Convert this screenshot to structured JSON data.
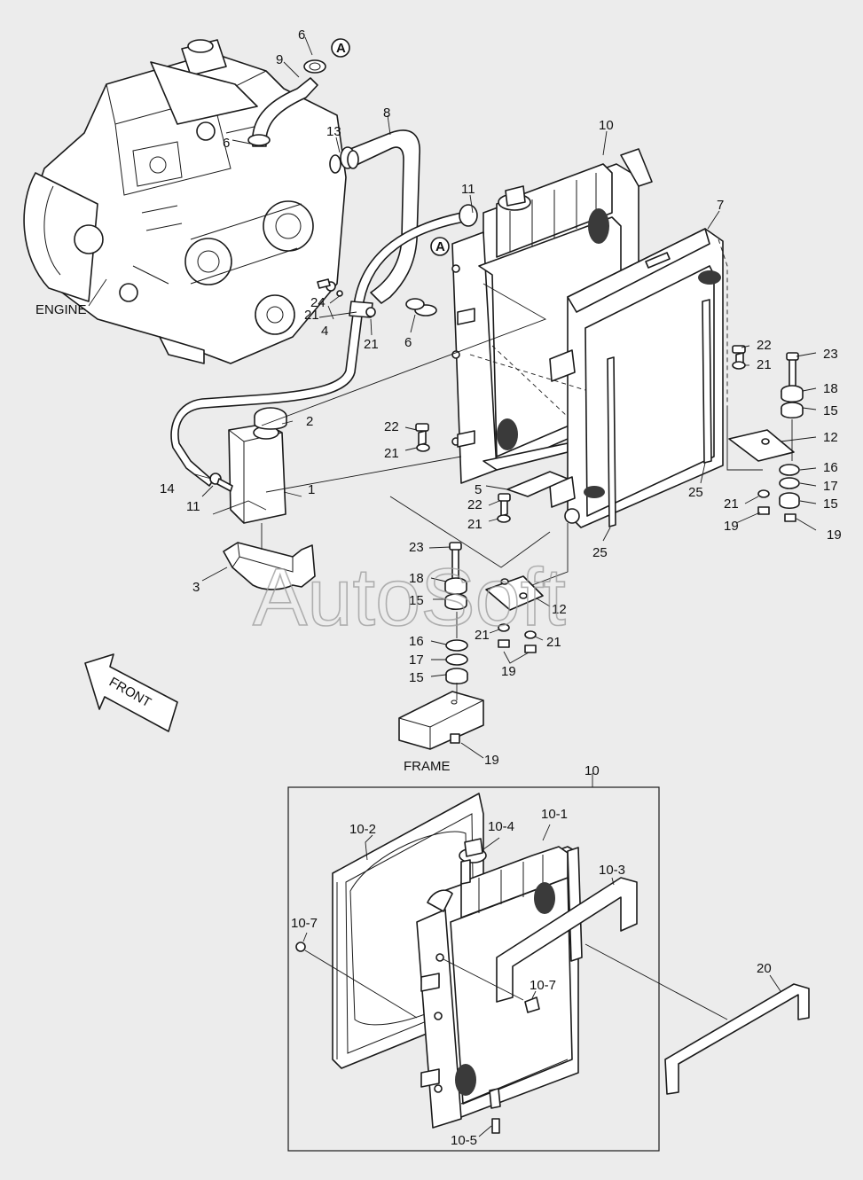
{
  "labels": {
    "engine": "ENGINE",
    "frame": "FRAME",
    "front": "FRONT",
    "ref_a": "A",
    "watermark": "AutoSoft"
  },
  "callouts": {
    "c1": "1",
    "c2": "2",
    "c3": "3",
    "c4": "4",
    "c5": "5",
    "c6a": "6",
    "c6b": "6",
    "c6c": "6",
    "c7": "7",
    "c8": "8",
    "c9": "9",
    "c10a": "10",
    "c10b": "10",
    "c11a": "11",
    "c11b": "11",
    "c12a": "12",
    "c12b": "12",
    "c13": "13",
    "c14": "14",
    "c15a": "15",
    "c15b": "15",
    "c15c": "15",
    "c15d": "15",
    "c16a": "16",
    "c16b": "16",
    "c17a": "17",
    "c17b": "17",
    "c18a": "18",
    "c18b": "18",
    "c19a": "19",
    "c19b": "19",
    "c19c": "19",
    "c19d": "19",
    "c20": "20",
    "c21a": "21",
    "c21b": "21",
    "c21c": "21",
    "c21d": "21",
    "c21e": "21",
    "c21f": "21",
    "c21g": "21",
    "c21h": "21",
    "c22a": "22",
    "c22b": "22",
    "c22c": "22",
    "c23a": "23",
    "c23b": "23",
    "c24": "24",
    "c25a": "25",
    "c25b": "25",
    "c10_1": "10-1",
    "c10_2": "10-2",
    "c10_3": "10-3",
    "c10_4": "10-4",
    "c10_5": "10-5",
    "c10_7a": "10-7",
    "c10_7b": "10-7"
  },
  "icons": {
    "front_arrow": "front-arrow-icon",
    "ref_circle": "ref-circle-icon"
  }
}
